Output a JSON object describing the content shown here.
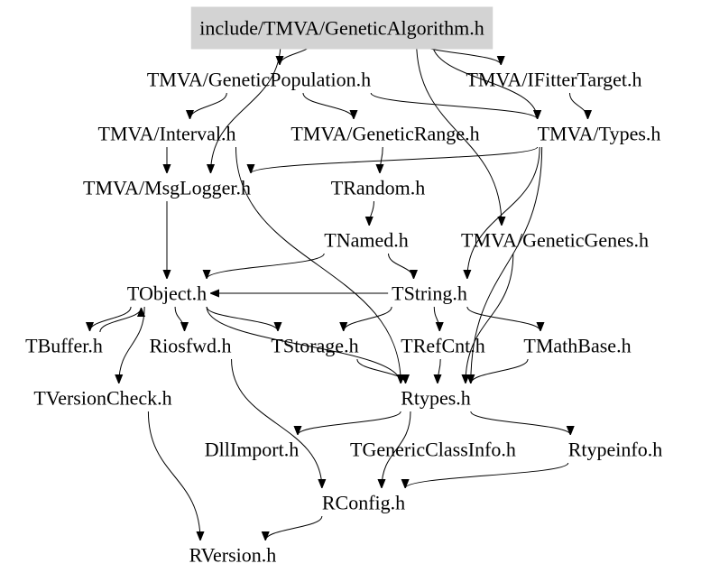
{
  "nodes": [
    {
      "id": "root",
      "label": "include/TMVA/GeneticAlgorithm.h",
      "highlighted": true
    },
    {
      "id": "geneticpopulation",
      "label": "TMVA/GeneticPopulation.h"
    },
    {
      "id": "ifittertarget",
      "label": "TMVA/IFitterTarget.h"
    },
    {
      "id": "interval",
      "label": "TMVA/Interval.h"
    },
    {
      "id": "geneticrange",
      "label": "TMVA/GeneticRange.h"
    },
    {
      "id": "types",
      "label": "TMVA/Types.h"
    },
    {
      "id": "msglogger",
      "label": "TMVA/MsgLogger.h"
    },
    {
      "id": "trandom",
      "label": "TRandom.h"
    },
    {
      "id": "tnamed",
      "label": "TNamed.h"
    },
    {
      "id": "geneticgenes",
      "label": "TMVA/GeneticGenes.h"
    },
    {
      "id": "tobject",
      "label": "TObject.h"
    },
    {
      "id": "tstring",
      "label": "TString.h"
    },
    {
      "id": "tbuffer",
      "label": "TBuffer.h"
    },
    {
      "id": "riosfwd",
      "label": "Riosfwd.h"
    },
    {
      "id": "tstorage",
      "label": "TStorage.h"
    },
    {
      "id": "trefcnt",
      "label": "TRefCnt.h"
    },
    {
      "id": "tmathbase",
      "label": "TMathBase.h"
    },
    {
      "id": "tversioncheck",
      "label": "TVersionCheck.h"
    },
    {
      "id": "rtypes",
      "label": "Rtypes.h"
    },
    {
      "id": "dllimport",
      "label": "DllImport.h"
    },
    {
      "id": "tgenericclassinfo",
      "label": "TGenericClassInfo.h"
    },
    {
      "id": "rtypeinfo",
      "label": "Rtypeinfo.h"
    },
    {
      "id": "rconfig",
      "label": "RConfig.h"
    },
    {
      "id": "rversion",
      "label": "RVersion.h"
    }
  ],
  "edges": [
    [
      "root",
      "geneticpopulation"
    ],
    [
      "root",
      "ifittertarget"
    ],
    [
      "root",
      "msglogger"
    ],
    [
      "root",
      "types"
    ],
    [
      "root",
      "geneticgenes"
    ],
    [
      "geneticpopulation",
      "interval"
    ],
    [
      "geneticpopulation",
      "geneticrange"
    ],
    [
      "geneticpopulation",
      "types"
    ],
    [
      "ifittertarget",
      "types"
    ],
    [
      "interval",
      "msglogger"
    ],
    [
      "interval",
      "rtypes"
    ],
    [
      "geneticrange",
      "trandom"
    ],
    [
      "types",
      "msglogger"
    ],
    [
      "types",
      "tstring"
    ],
    [
      "types",
      "rtypes"
    ],
    [
      "msglogger",
      "tobject"
    ],
    [
      "trandom",
      "tnamed"
    ],
    [
      "tnamed",
      "tobject"
    ],
    [
      "tnamed",
      "tstring"
    ],
    [
      "geneticgenes",
      "rtypes"
    ],
    [
      "tobject",
      "tbuffer"
    ],
    [
      "tobject",
      "riosfwd"
    ],
    [
      "tobject",
      "tstorage"
    ],
    [
      "tobject",
      "tversioncheck"
    ],
    [
      "tobject",
      "rtypes"
    ],
    [
      "tstring",
      "tobject"
    ],
    [
      "tstring",
      "tstorage"
    ],
    [
      "tstring",
      "trefcnt"
    ],
    [
      "tstring",
      "tmathbase"
    ],
    [
      "tbuffer",
      "tobject"
    ],
    [
      "riosfwd",
      "rconfig"
    ],
    [
      "tstorage",
      "rtypes"
    ],
    [
      "trefcnt",
      "rtypes"
    ],
    [
      "tmathbase",
      "rtypes"
    ],
    [
      "tversioncheck",
      "rversion"
    ],
    [
      "rtypes",
      "dllimport"
    ],
    [
      "rtypes",
      "rtypeinfo"
    ],
    [
      "rtypes",
      "rconfig"
    ],
    [
      "rtypeinfo",
      "rconfig"
    ],
    [
      "rconfig",
      "rversion"
    ]
  ]
}
